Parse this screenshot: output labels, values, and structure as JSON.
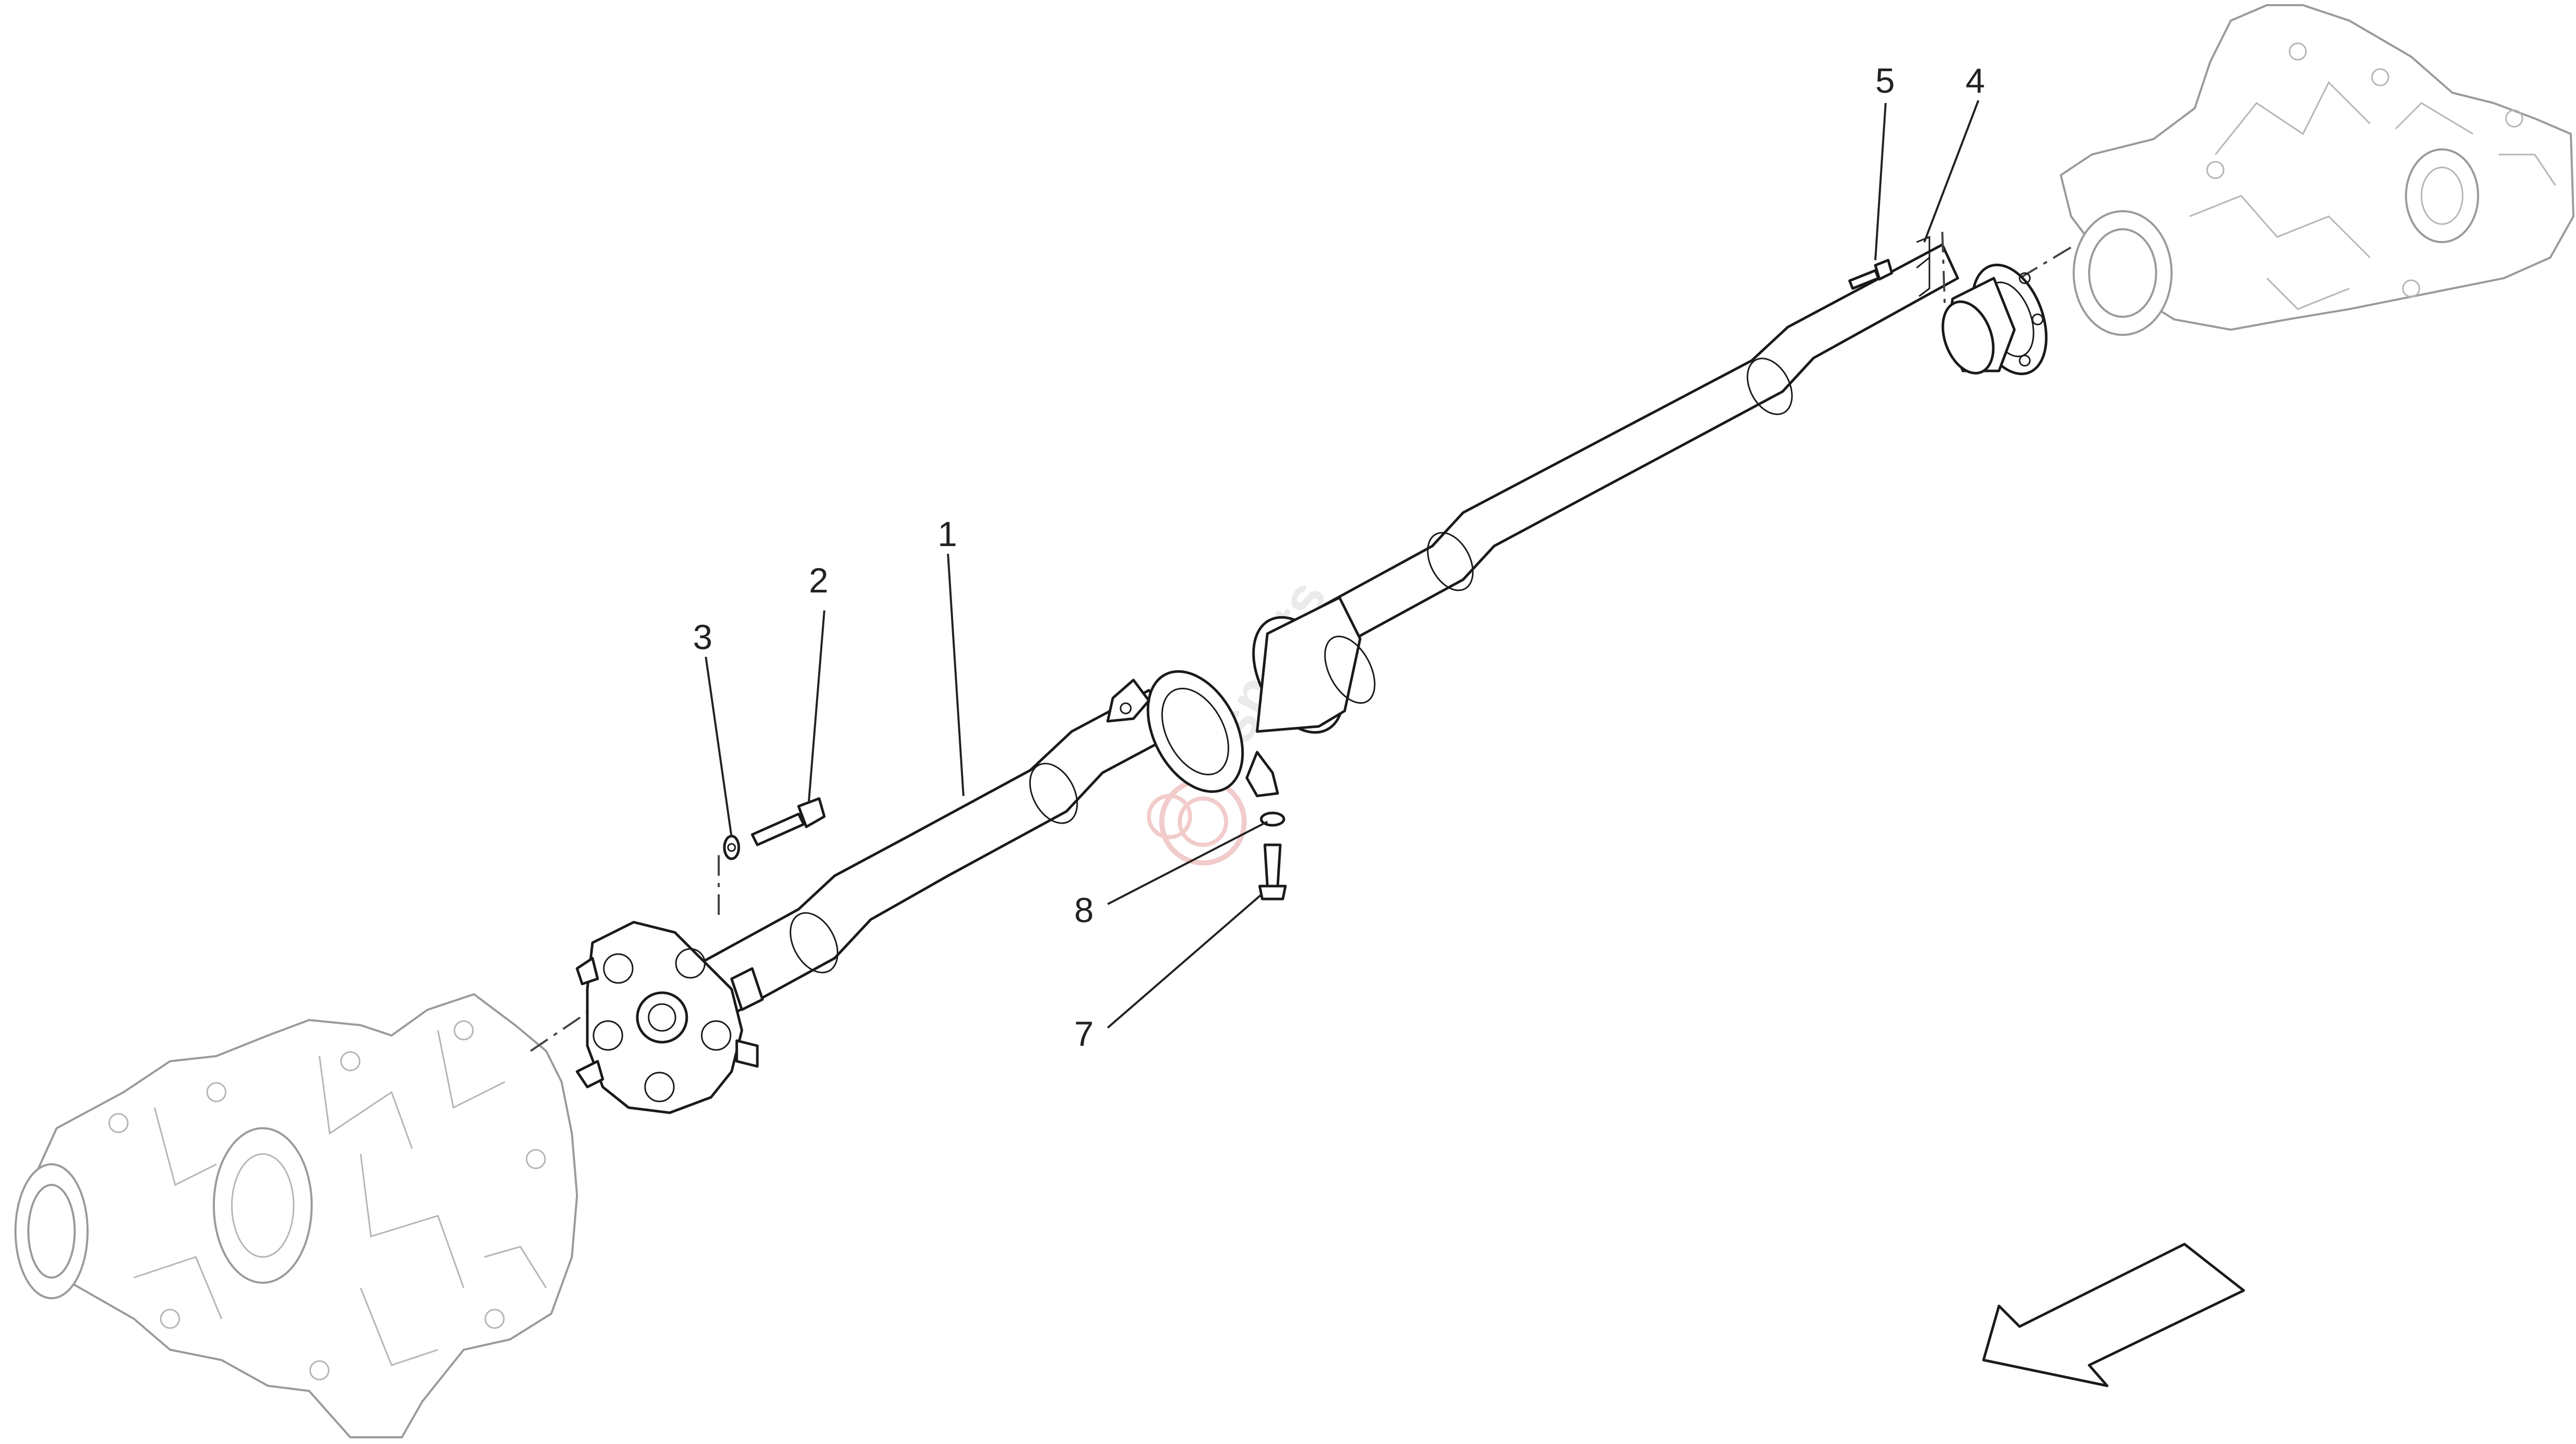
{
  "callouts": [
    {
      "id": "1",
      "label": "1"
    },
    {
      "id": "2",
      "label": "2"
    },
    {
      "id": "3",
      "label": "3"
    },
    {
      "id": "4",
      "label": "4"
    },
    {
      "id": "5",
      "label": "5"
    },
    {
      "id": "7",
      "label": "7"
    },
    {
      "id": "8",
      "label": "8"
    }
  ],
  "watermark": {
    "text": "sports"
  },
  "colors": {
    "line": "#1a1a1a",
    "ghost": "#9a9a9a",
    "watermark_red": "#e8a0a0"
  }
}
